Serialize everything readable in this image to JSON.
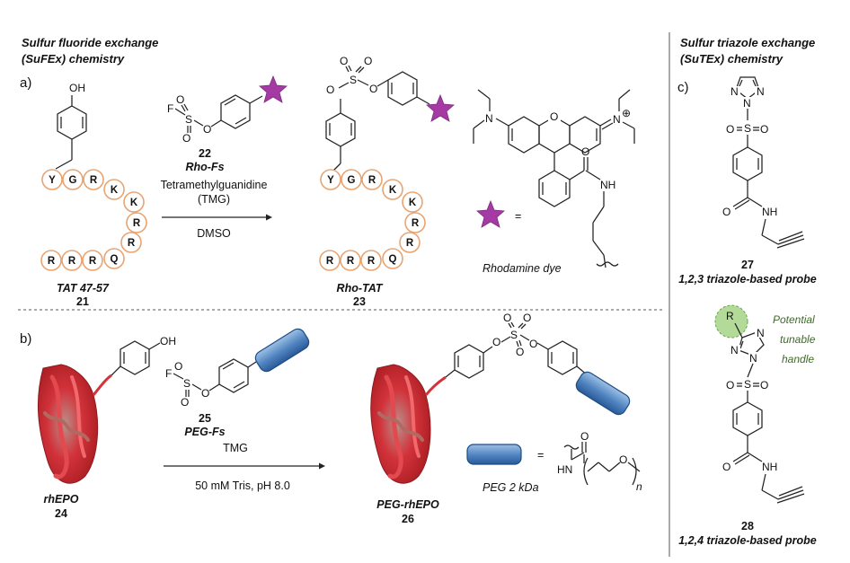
{
  "panels": {
    "left_header_line1": "Sulfur fluoride exchange",
    "left_header_line2": "(SuFEx) chemistry",
    "right_header_line1": "Sulfur triazole exchange",
    "right_header_line2": "(SuTEx) chemistry",
    "label_a": "a)",
    "label_b": "b)",
    "label_c": "c)"
  },
  "panel_a": {
    "peptide_residues_top": [
      "Y",
      "G",
      "R",
      "K"
    ],
    "peptide_residues_curve": [
      "K",
      "R",
      "R"
    ],
    "peptide_residues_bottom": [
      "R",
      "R",
      "R",
      "Q"
    ],
    "start_name": "TAT 47-57",
    "start_number": "21",
    "reagent_number": "22",
    "reagent_name": "Rho-Fs",
    "condition_1": "Tetramethylguanidine",
    "condition_2": "(TMG)",
    "condition_3": "DMSO",
    "product_name": "Rho-TAT",
    "product_number": "23",
    "dye_name": "Rhodamine dye",
    "equals": "=",
    "charge": "⊕"
  },
  "panel_b": {
    "protein_name": "rhEPO",
    "protein_number": "24",
    "reagent_number": "25",
    "reagent_name": "PEG-Fs",
    "condition_1": "TMG",
    "condition_2": "50 mM Tris, pH 8.0",
    "product_name": "PEG-rhEPO",
    "product_number": "26",
    "peg_label": "PEG 2 kDa",
    "equals": "=",
    "subscript_n": "n"
  },
  "panel_c": {
    "probe_27_number": "27",
    "probe_27_name": "1,2,3 triazole-based probe",
    "probe_28_number": "28",
    "probe_28_name": "1,2,4 triazole-based probe",
    "handle_line1": "Potential",
    "handle_line2": "tunable",
    "handle_line3": "handle",
    "r_group": "R"
  },
  "atoms": {
    "oh": "OH",
    "o": "O",
    "s": "S",
    "f": "F",
    "n": "N",
    "h": "H",
    "nh": "NH",
    "hn": "HN"
  },
  "colors": {
    "bead_outline": "#e8a472",
    "dye_star": "#a53aa5",
    "peg_bar": "#3d6fa8",
    "protein": "#c8282d",
    "handle_circle": "#8fc86a",
    "handle_text": "#3f6a2a"
  }
}
